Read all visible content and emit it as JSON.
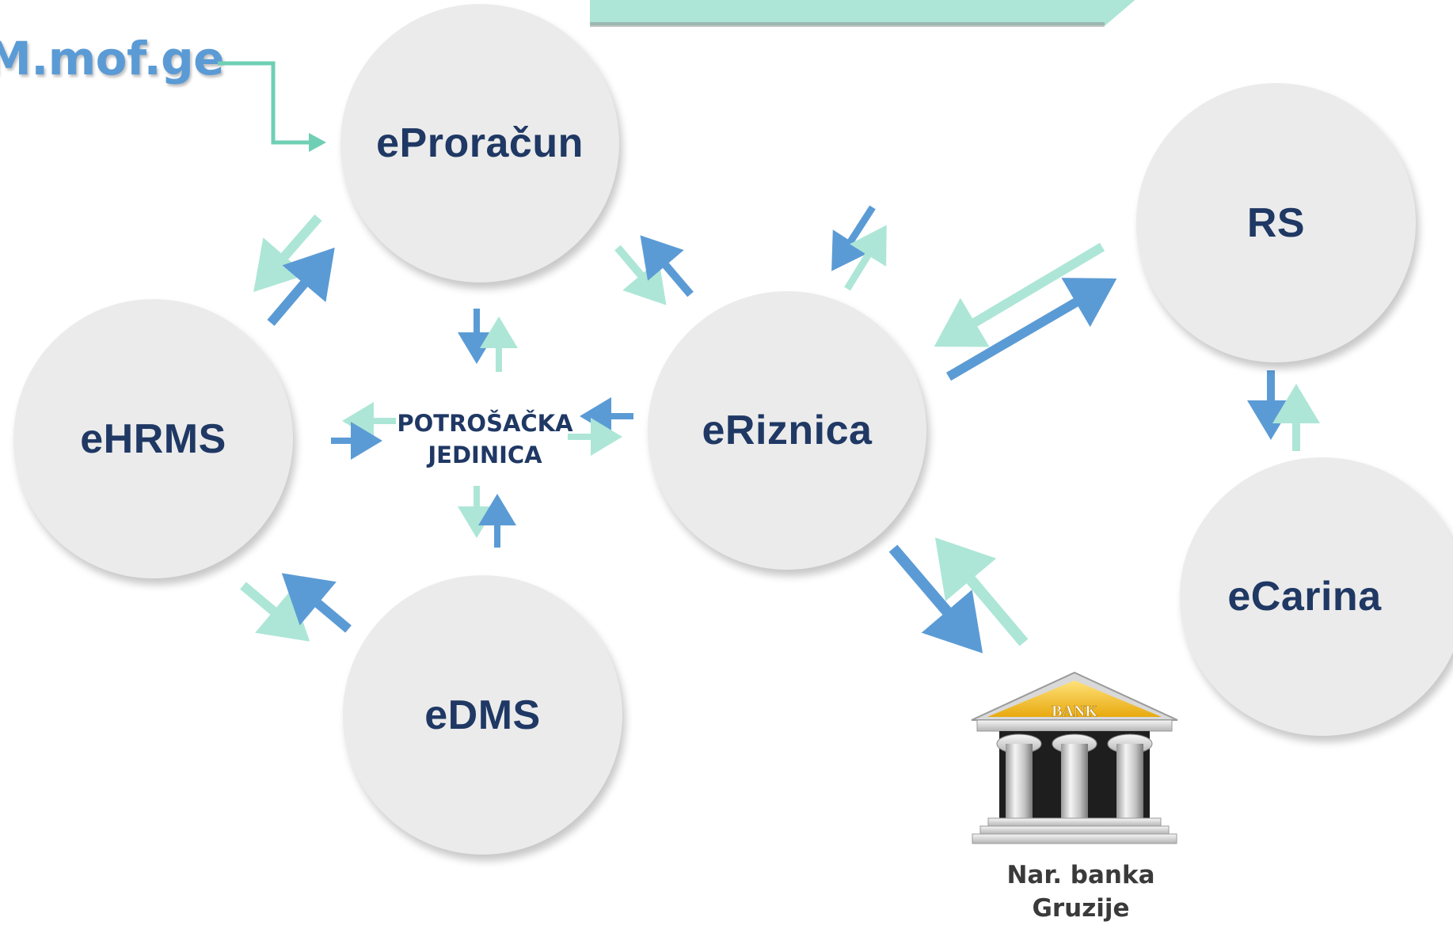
{
  "source": {
    "label": "M.mof.ge"
  },
  "nodes": {
    "eproracun": "eProračun",
    "ehrms": "eHRMS",
    "edms": "eDMS",
    "eriznica": "eRiznica",
    "rs": "RS",
    "ecarina": "eCarina"
  },
  "center": {
    "line1": "POTROŠAČKA",
    "line2": "JEDINICA"
  },
  "bank": {
    "sign": "BANK",
    "line1": "Nar. banka",
    "line2": "Gruzije"
  },
  "colors": {
    "circle": "#ebebeb",
    "label": "#1f3864",
    "arrow_dark": "#5b9bd5",
    "arrow_light": "#ade6d6",
    "source_text": "#5b9bd5",
    "bank_roof": "#f2c12e"
  }
}
